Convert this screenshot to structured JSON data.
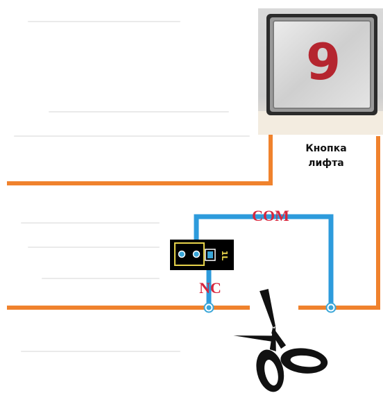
{
  "diagram": {
    "caption_line1": "Кнопка",
    "caption_line2": "лифта",
    "label_com": "COM",
    "label_nc": "NC",
    "button_number": "9",
    "relay_marking": "1L",
    "colors": {
      "wire_orange": "#f0822d",
      "wire_blue": "#2d9bdc",
      "label_red": "#d7263d",
      "terminal_blue": "#39a6d8",
      "relay_yellow": "#e7d34b",
      "button_digit": "#b5252f"
    },
    "icons": [
      "elevator-button-photo",
      "relay-module-icon",
      "scissors-icon"
    ]
  }
}
